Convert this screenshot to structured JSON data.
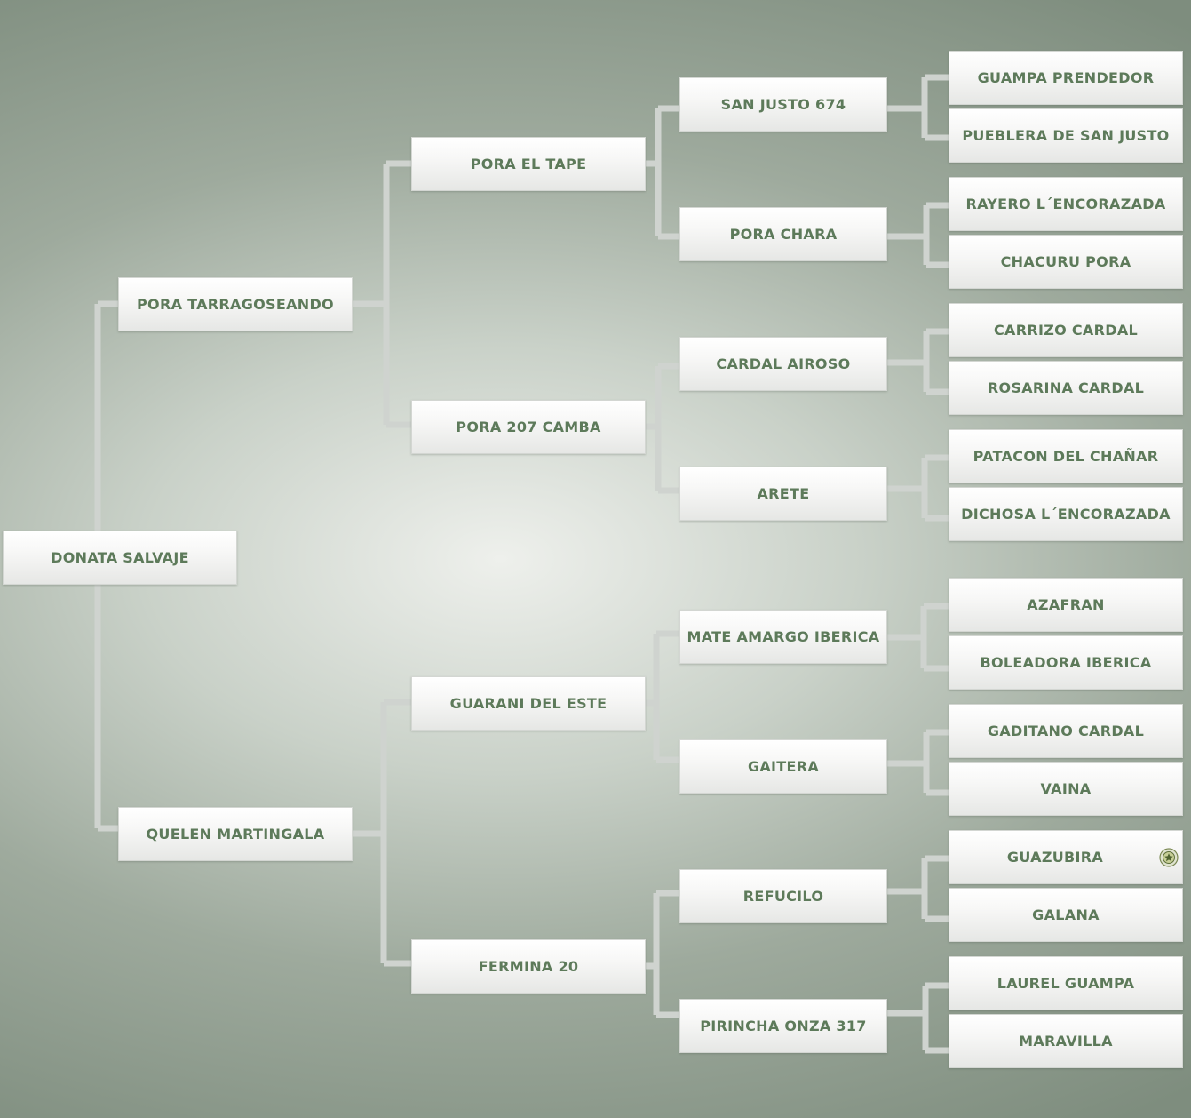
{
  "pedigree": {
    "subject": {
      "name": "DONATA SALVAJE"
    },
    "sire": {
      "name": "PORA TARRAGOSEANDO"
    },
    "dam": {
      "name": "QUELEN MARTINGALA"
    },
    "grandparents": [
      {
        "name": "PORA EL TAPE"
      },
      {
        "name": "PORA 207 CAMBA"
      },
      {
        "name": "GUARANI DEL ESTE"
      },
      {
        "name": "FERMINA 20"
      }
    ],
    "great_grandparents": [
      {
        "name": "SAN JUSTO 674"
      },
      {
        "name": "PORA CHARA"
      },
      {
        "name": "CARDAL AIROSO"
      },
      {
        "name": "ARETE"
      },
      {
        "name": "MATE AMARGO IBERICA"
      },
      {
        "name": "GAITERA"
      },
      {
        "name": "REFUCILO"
      },
      {
        "name": "PIRINCHA ONZA 317"
      }
    ],
    "great_great_grandparents": [
      {
        "name": "GUAMPA PRENDEDOR"
      },
      {
        "name": "PUEBLERA DE SAN JUSTO"
      },
      {
        "name": "RAYERO L´ENCORAZADA"
      },
      {
        "name": "CHACURU PORA"
      },
      {
        "name": "CARRIZO CARDAL"
      },
      {
        "name": "ROSARINA CARDAL"
      },
      {
        "name": "PATACON DEL CHAÑAR"
      },
      {
        "name": "DICHOSA L´ENCORAZADA"
      },
      {
        "name": "AZAFRAN"
      },
      {
        "name": "BOLEADORA IBERICA"
      },
      {
        "name": "GADITANO CARDAL"
      },
      {
        "name": "VAINA"
      },
      {
        "name": "GUAZUBIRA",
        "badge_icon": "medal-icon"
      },
      {
        "name": "GALANA"
      },
      {
        "name": "LAUREL GUAMPA"
      },
      {
        "name": "MARAVILLA"
      }
    ]
  },
  "colors": {
    "text": "#5d7a5a",
    "connector": "#cfd3cf",
    "box_top": "#ffffff",
    "box_bottom": "#e6e7e5"
  }
}
